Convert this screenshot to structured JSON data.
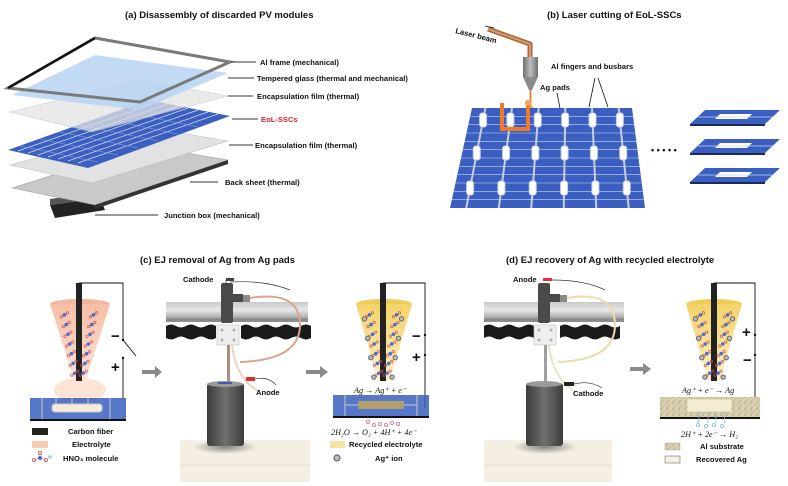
{
  "panels": {
    "a": {
      "title": "(a) Disassembly of discarded PV modules",
      "labels": [
        {
          "text": "Al frame (mechanical)",
          "highlight": false
        },
        {
          "text": "Tempered glass (thermal and mechanical)",
          "highlight": false
        },
        {
          "text": "Encapsulation film (thermal)",
          "highlight": false
        },
        {
          "text": "EoL-SSCs",
          "highlight": true
        },
        {
          "text": "Encapsulation film (thermal)",
          "highlight": false
        },
        {
          "text": "Back sheet (thermal)",
          "highlight": false
        },
        {
          "text": "Junction box (mechanical)",
          "highlight": false
        }
      ]
    },
    "b": {
      "title": "(b) Laser cutting of EoL-SSCs",
      "laser_label": "Laser beam",
      "fingers_label": "Al fingers and busbars",
      "pads_label": "Ag pads",
      "ellipsis": "• • • • •",
      "cut_pieces_count": 3
    },
    "c": {
      "title": "(c) EJ removal of Ag from Ag pads",
      "cathode_label": "Cathode",
      "anode_label": "Anode",
      "reaction_top": "Ag → Ag⁺ + e⁻",
      "reaction_bottom": "2H₂O → O₂ + 4H⁺ + 4e⁻",
      "signs": {
        "upper": "−",
        "lower": "+"
      },
      "legend_left": [
        {
          "swatch": "carbon-fiber",
          "label": "Carbon fiber"
        },
        {
          "swatch": "electrolyte",
          "label": "Electrolyte"
        },
        {
          "swatch": "hno3-molecule",
          "label": "HNO₃ molecule"
        }
      ],
      "legend_right": [
        {
          "swatch": "recycled-electrolyte",
          "label": "Recycled electrolyte"
        },
        {
          "swatch": "ag-ion",
          "label": "Ag⁺ ion"
        }
      ]
    },
    "d": {
      "title": "(d) EJ recovery of Ag with recycled electrolyte",
      "anode_label": "Anode",
      "cathode_label": "Cathode",
      "reaction_top": "Ag⁺ + e⁻ → Ag",
      "reaction_bottom": "2H⁺ + 2e⁻ → H₂",
      "signs": {
        "upper": "+",
        "lower": "−"
      },
      "legend": [
        {
          "swatch": "al-substrate",
          "label": "Al substrate"
        },
        {
          "swatch": "recovered-ag",
          "label": "Recovered Ag"
        }
      ]
    }
  },
  "colors": {
    "cell_blue": "#3a5fc0",
    "laser_orange": "#f07a2a",
    "label_red": "#d0262b",
    "electrolyte_pink": "#f7cdb8",
    "recycled_yellow": "#f8e3a0",
    "carbon_fiber": "#222222",
    "glass_blue": "#b9d4f3",
    "arrow_gray": "#8a8a8a"
  }
}
